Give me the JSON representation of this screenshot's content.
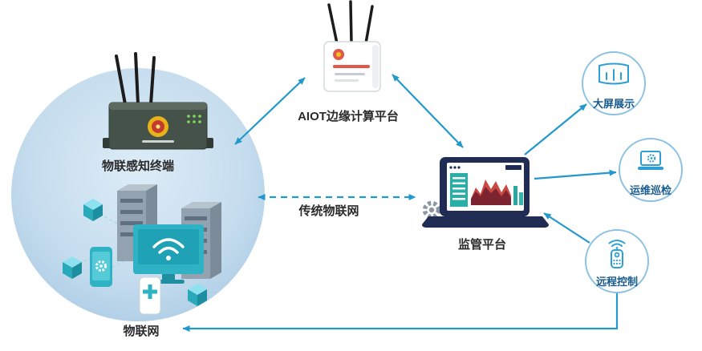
{
  "nodes": {
    "terminal_label": "物联感知终端",
    "iot_label": "物联网",
    "aiot_label": "AIOT边缘计算平台",
    "platform_label": "监管平台",
    "traditional_link_label": "传统物联网",
    "bubbles": [
      {
        "label": "大屏展示",
        "icon": "panorama-display-icon"
      },
      {
        "label": "运维巡检",
        "icon": "laptop-gear-icon"
      },
      {
        "label": "远程控制",
        "icon": "remote-control-icon"
      }
    ]
  },
  "colors": {
    "arrow_blue": "#2398cc",
    "network_circle_inner": "#dcebf6",
    "network_circle_outer": "#aecde5",
    "bubble_border": "#8cc1e4",
    "bubble_text": "#175a8e",
    "icon_blue": "#2d9fd6",
    "laptop_navy": "#202c54",
    "chart_red": "#b03a3a",
    "device_teal": "#2fb3c4",
    "label_text": "#2b2b2b"
  }
}
